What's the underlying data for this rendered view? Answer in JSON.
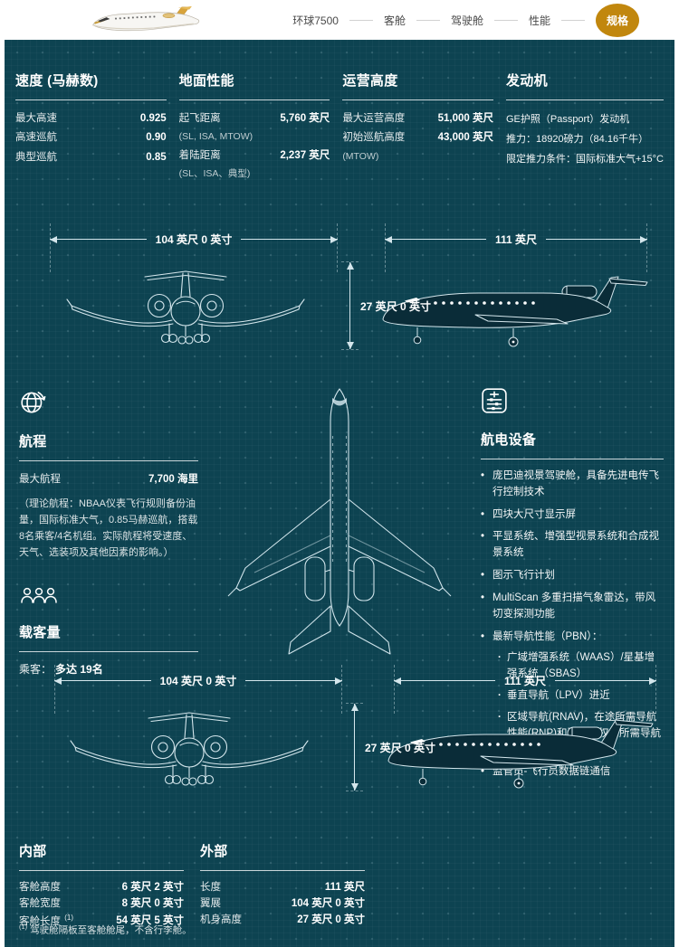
{
  "header": {
    "logo_alt": "环球7500飞机",
    "nav_items": [
      {
        "label": "环球7500",
        "active": false
      },
      {
        "label": "客舱",
        "active": false
      },
      {
        "label": "驾驶舱",
        "active": false
      },
      {
        "label": "性能",
        "active": false
      },
      {
        "label": "规格",
        "active": true
      }
    ]
  },
  "colors": {
    "accent_gold": "#c1870e",
    "panel_bg": "#0d4351",
    "blueprint_line": "#d4e6ec"
  },
  "specs_top": [
    {
      "title": "速度 (马赫数)",
      "rows": [
        {
          "label": "最大高速",
          "value": "0.925"
        },
        {
          "label": "高速巡航",
          "value": "0.90"
        },
        {
          "label": "典型巡航",
          "value": "0.85"
        }
      ]
    },
    {
      "title": "地面性能",
      "rows": [
        {
          "label": "起飞距离",
          "value": "5,760 英尺",
          "note": "(SL, ISA, MTOW)"
        },
        {
          "label": "着陆距离",
          "value": "2,237 英尺",
          "note": "(SL、ISA、典型)"
        }
      ]
    },
    {
      "title": "运营高度",
      "rows": [
        {
          "label": "最大运营高度",
          "value": "51,000 英尺"
        },
        {
          "label": "初始巡航高度",
          "value": "43,000 英尺",
          "note": "(MTOW)"
        }
      ]
    },
    {
      "title": "发动机",
      "lines": [
        "GE护照（Passport）发动机",
        "推力：18920磅力（84.16千牛）",
        "限定推力条件：国际标准大气+15°C"
      ]
    }
  ],
  "dimensions": {
    "wingspan": "104 英尺 0 英寸",
    "length": "111 英尺",
    "height": "27 英尺 0 英寸"
  },
  "range": {
    "title": "航程",
    "label": "最大航程",
    "value": "7,700 海里",
    "note": "（理论航程：NBAA仪表飞行规则备份油量，国际标准大气，0.85马赫巡航，搭载8名乘客/4名机组。实际航程将受速度、天气、选装项及其他因素的影响。）"
  },
  "capacity": {
    "title": "载客量",
    "label": "乘客：",
    "value": "多达 19名"
  },
  "avionics": {
    "title": "航电设备",
    "items": [
      {
        "text": "庞巴迪视景驾驶舱，具备先进电传飞行控制技术"
      },
      {
        "text": "四块大尺寸显示屏"
      },
      {
        "text": "平显系统、增强型视景系统和合成视景系统"
      },
      {
        "text": "图示飞行计划"
      },
      {
        "text": "MultiScan 多重扫描气象雷达，带风切变探测功能"
      },
      {
        "text": "最新导航性能（PBN）：",
        "subs": [
          "广域增强系统（WAAS）/星基增强系统（SBAS）",
          "垂直导航（LPV）进近",
          "区域导航(RNAV)，在途所需导航性能(RNP)和要求授权的所需导航性能（RNP AR）进近"
        ]
      },
      {
        "text": "监管员-飞行员数据链通信"
      }
    ]
  },
  "tables_bottom": [
    {
      "title": "内部",
      "rows": [
        {
          "label": "客舱高度",
          "value": "6 英尺 2 英寸"
        },
        {
          "label": "客舱宽度",
          "value": "8 英尺 0 英寸"
        },
        {
          "label": "客舱长度",
          "sup": "(1)",
          "value": "54 英尺 5 英寸"
        }
      ]
    },
    {
      "title": "外部",
      "rows": [
        {
          "label": "长度",
          "value": "111 英尺"
        },
        {
          "label": "翼展",
          "value": "104 英尺 0 英寸"
        },
        {
          "label": "机身高度",
          "value": "27 英尺 0 英寸"
        }
      ]
    }
  ],
  "footnote": {
    "sup": "(1)",
    "text": " 驾驶舱隔板至客舱舱尾，不含行李舱。"
  }
}
